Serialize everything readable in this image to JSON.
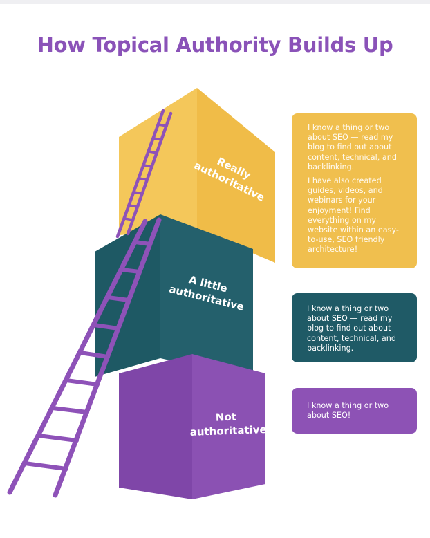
{
  "title": "How Topical Authority Builds Up",
  "boxes": {
    "top": {
      "line1": "Really",
      "line2": "authoritative"
    },
    "middle": {
      "line1": "A little",
      "line2": "authoritative"
    },
    "bottom": {
      "line1": "Not",
      "line2": "authoritative"
    }
  },
  "cards": {
    "top": {
      "paragraph1": "I know a thing or two about SEO — read my blog to find out about content, technical, and backlinking.",
      "paragraph2": "I have also created guides, videos, and webinars for your enjoyment! Find everything on my website within an easy-to-use, SEO friendly architecture!"
    },
    "middle": {
      "paragraph1": "I know a thing or two about SEO — read my blog to find out about content, technical, and backlinking."
    },
    "bottom": {
      "paragraph1": "I know a thing or two about SEO!"
    }
  },
  "colors": {
    "title": "#8a52b8",
    "yellow": "#f0bf4e",
    "teal": "#1f5a66",
    "purple": "#8d52b5",
    "ladder": "#8e52b8"
  }
}
